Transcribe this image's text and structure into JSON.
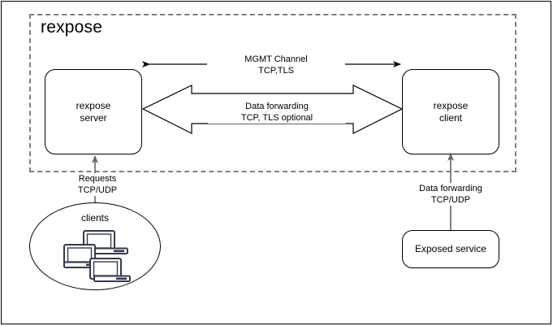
{
  "diagram": {
    "title": "rexpose",
    "type": "network-architecture-diagram",
    "zone": {
      "name": "rexpose",
      "style": "dashed-boundary"
    },
    "nodes": [
      {
        "id": "rexpose-server",
        "label": "rexpose\nserver",
        "line1": "rexpose",
        "line2": "server",
        "shape": "rounded-rect"
      },
      {
        "id": "rexpose-client",
        "label": "rexpose\nclient",
        "line1": "rexpose",
        "line2": "client",
        "shape": "rounded-rect"
      },
      {
        "id": "exposed-service",
        "label": "Exposed service",
        "line1": "Exposed service",
        "line2": "",
        "shape": "rounded-rect"
      },
      {
        "id": "clients",
        "label": "clients",
        "line1": "clients",
        "line2": "",
        "shape": "ellipse"
      }
    ],
    "connections": [
      {
        "id": "mgmt-channel",
        "from": "rexpose-server",
        "to": "rexpose-client",
        "style": "double-headed-line",
        "line1": "MGMT Channel",
        "line2": "TCP,TLS"
      },
      {
        "id": "data-forwarding-main",
        "from": "rexpose-server",
        "to": "rexpose-client",
        "style": "double-headed-block-arrow",
        "line1": "Data forwarding",
        "line2": "TCP, TLS optional"
      },
      {
        "id": "requests",
        "from": "clients",
        "to": "rexpose-server",
        "style": "single-headed-arrow-up",
        "line1": "Requests",
        "line2": "TCP/UDP"
      },
      {
        "id": "data-forwarding-service",
        "from": "rexpose-client",
        "to": "exposed-service",
        "style": "double-headed-arrow-vertical",
        "line1": "Data forwarding",
        "line2": "TCP/UDP"
      }
    ],
    "icons": [
      {
        "name": "computer-icon",
        "count": 3,
        "inside": "clients"
      }
    ],
    "colors": {
      "stroke": "#000000",
      "zone_border": "#808080",
      "arrow_gray": "#666666",
      "computer_icon": "#333a4d",
      "background": "#ffffff"
    }
  }
}
